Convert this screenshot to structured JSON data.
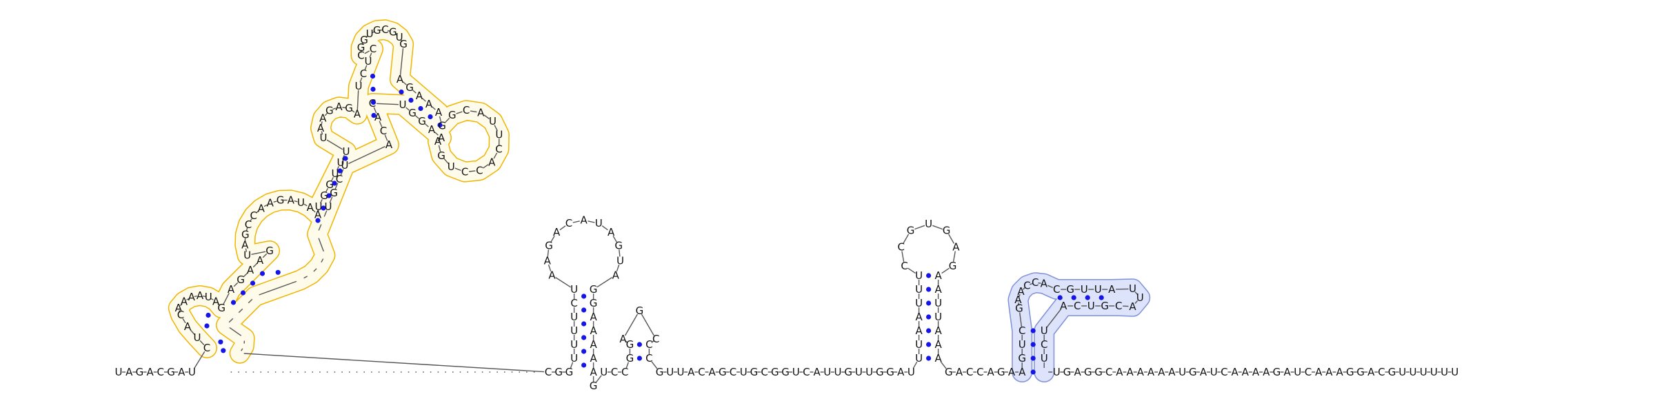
{
  "colors": {
    "pair_dot": "#1515e8",
    "outline_orange": "#f0b400",
    "fill_orange": "#fffbea",
    "accent_orange": "#f5a800",
    "outline_blue": "#8090d8",
    "fill_blue": "#dce3fa",
    "accent_blue": "#8a86dd"
  },
  "baseline": {
    "left": "UAGACGAU",
    "dotted_count": 42,
    "middle": "CGGUCCGUUACAGCUGCGGUCAUUGUUGGAUGACCAGAUGAGGCAAAAAAUGAUCAAAAGAUCAAAGGACGUUUUUU"
  },
  "hairpins": [
    {
      "left": "UUUUCU",
      "loop": "AAGACAUAGUA",
      "right": "GGAAAAAG"
    },
    {
      "left": "GG",
      "loop": "AGC",
      "right": "CC"
    },
    {
      "left": "UUAAUUU",
      "loop": "CCGUGAG",
      "right": "AAUUAAA"
    }
  ],
  "structure_orange": {
    "bases": "CUACAAAAUAGAGAAGUAGCCAAGAUAAUGGUUUUAAGAGAUCUCCGGUGCGUGAGAAAGGCAUUCACCUGAAAGGUCACAUCGU",
    "pairs": 22
  },
  "structure_blue": {
    "bases": "AGUCGAACCACGUUAUUACGUCAUCU",
    "pairs": 8
  }
}
